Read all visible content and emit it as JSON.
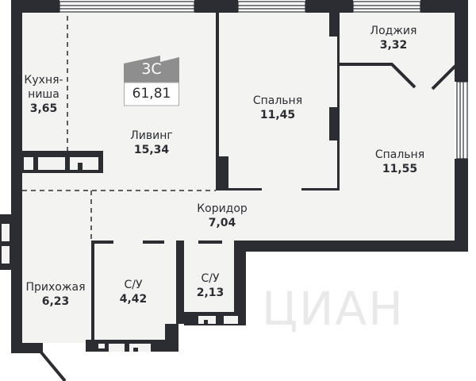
{
  "apartment": {
    "type": "3С",
    "total_area": "61,81"
  },
  "rooms": [
    {
      "name": "Кухня-\nниша",
      "line1": "Кухня-",
      "line2": "ниша",
      "area": "3,65"
    },
    {
      "name": "Ливинг",
      "area": "15,34"
    },
    {
      "name": "Спальня",
      "area": "11,45"
    },
    {
      "name": "Лоджия",
      "area": "3,32"
    },
    {
      "name": "Спальня",
      "area": "11,55"
    },
    {
      "name": "Коридор",
      "area": "7,04"
    },
    {
      "name": "Прихожая",
      "area": "6,23"
    },
    {
      "name": "С/У",
      "area": "4,42"
    },
    {
      "name": "С/У",
      "area": "2,13"
    }
  ],
  "watermark": "ЦИАН",
  "colors": {
    "wall": "#2b2d33",
    "floor": "#f3f4f2",
    "badge": "#8e8e8e"
  }
}
